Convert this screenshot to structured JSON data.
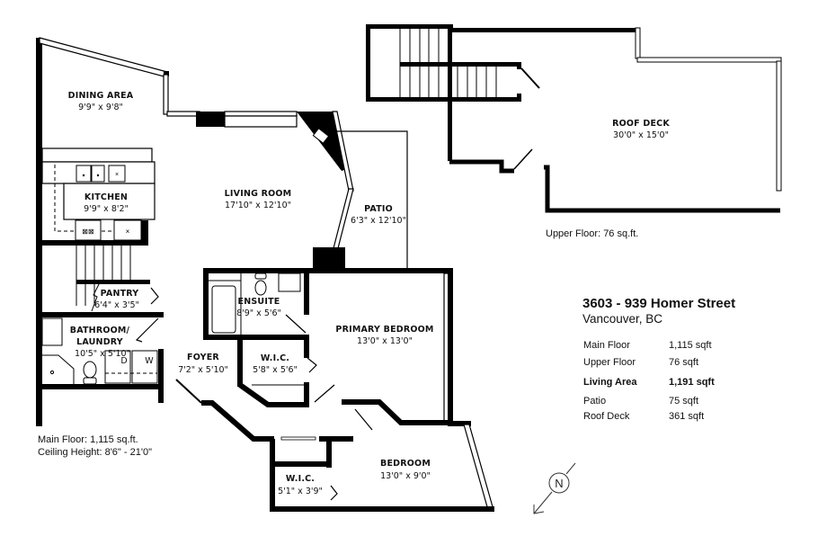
{
  "property": {
    "address": "3603 - 939 Homer Street",
    "city": "Vancouver, BC"
  },
  "area_table": [
    {
      "label": "Main Floor",
      "value": "1,115 sqft",
      "bold": false
    },
    {
      "label": "Upper Floor",
      "value": "76 sqft",
      "bold": false
    },
    {
      "label": "Living Area",
      "value": "1,191 sqft",
      "bold": true
    },
    {
      "label": "Patio",
      "value": "75 sqft",
      "bold": false
    },
    {
      "label": "Roof Deck",
      "value": "361 sqft",
      "bold": false
    }
  ],
  "notes": {
    "main_floor": "Main Floor: 1,115 sq.ft.",
    "ceiling_height": "Ceiling Height: 8'6\" - 21'0\"",
    "upper_floor": "Upper Floor: 76 sq.ft."
  },
  "rooms": {
    "dining_area": {
      "name": "DINING AREA",
      "dims": "9'9\" x 9'8\""
    },
    "kitchen": {
      "name": "KITCHEN",
      "dims": "9'9\" x 8'2\""
    },
    "living_room": {
      "name": "LIVING ROOM",
      "dims": "17'10\" x 12'10\""
    },
    "patio": {
      "name": "PATIO",
      "dims": "6'3\" x 12'10\""
    },
    "pantry": {
      "name": "PANTRY",
      "dims": "6'4\" x 3'5\""
    },
    "bathroom_laundry": {
      "name_line1": "BATHROOM/",
      "name_line2": "LAUNDRY",
      "dims": "10'5\" x 5'10\""
    },
    "ensuite": {
      "name": "ENSUITE",
      "dims": "8'9\" x 5'6\""
    },
    "wic_primary": {
      "name": "W.I.C.",
      "dims": "5'8\" x 5'6\""
    },
    "primary_bedroom": {
      "name": "PRIMARY BEDROOM",
      "dims": "13'0\" x 13'0\""
    },
    "foyer": {
      "name": "FOYER",
      "dims": "7'2\" x 5'10\""
    },
    "bedroom": {
      "name": "BEDROOM",
      "dims": "13'0\" x 9'0\""
    },
    "wic_bedroom": {
      "name": "W.I.C.",
      "dims": "5'1\" x 3'9\""
    },
    "roof_deck": {
      "name": "ROOF DECK",
      "dims": "30'0\" x 15'0\""
    }
  },
  "appliance_labels": {
    "dryer": "D",
    "washer": "W"
  },
  "compass": {
    "label": "N",
    "icon": "north-arrow-icon"
  }
}
